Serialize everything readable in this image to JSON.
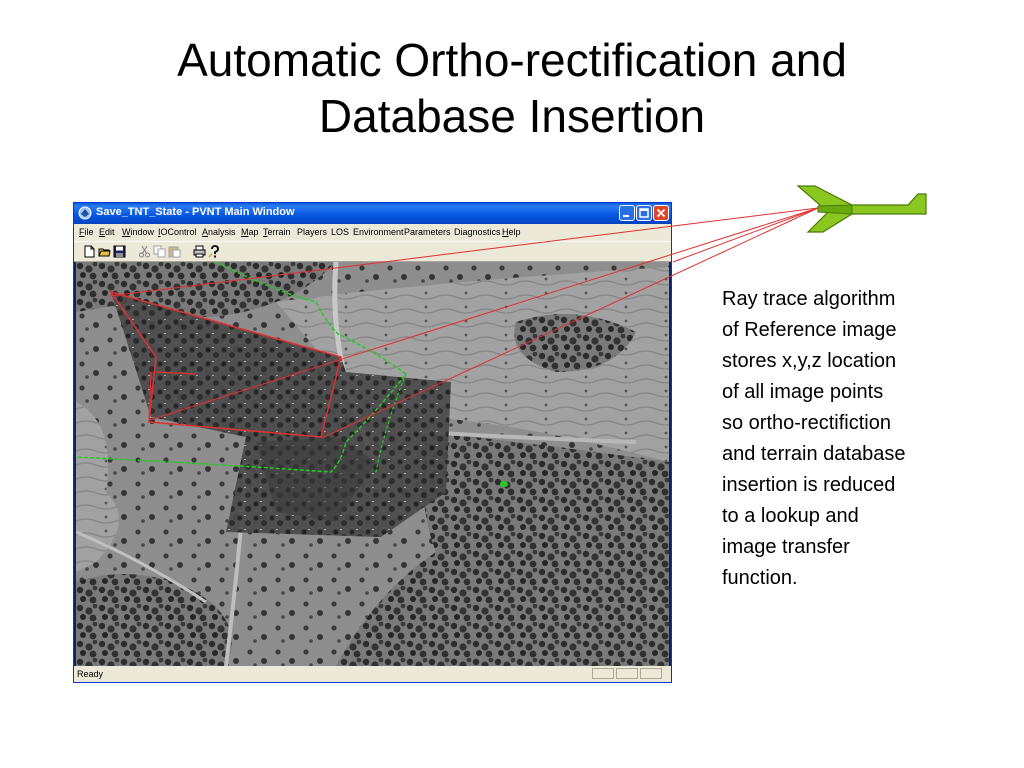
{
  "slide": {
    "title_lines": [
      "Automatic Ortho-rectification and",
      "Database Insertion"
    ],
    "caption_lines": [
      "Ray trace algorithm",
      "of Reference image",
      "stores x,y,z location",
      "of all image points",
      "so ortho-rectifiction",
      "and terrain database",
      "insertion is reduced",
      "to a lookup and",
      "image transfer",
      "function."
    ]
  },
  "window": {
    "title": "Save_TNT_State - PVNT Main Window",
    "menu": [
      "File",
      "Edit",
      "Window",
      "IOControl",
      "Analysis",
      "Map",
      "Terrain",
      "Players",
      "LOS",
      "Environment",
      "Parameters",
      "Diagnostics",
      "Help"
    ],
    "toolbar_icons": [
      "new-icon",
      "open-icon",
      "save-icon",
      "cut-icon",
      "copy-icon",
      "paste-icon",
      "print-icon",
      "help-icon"
    ],
    "status": "Ready"
  },
  "colors": {
    "titlebar": "#0a5fd8",
    "chrome": "#ece9d8",
    "ray_lines": "#e03030",
    "flight_path": "#22cc22",
    "aircraft": "#8ac820"
  }
}
